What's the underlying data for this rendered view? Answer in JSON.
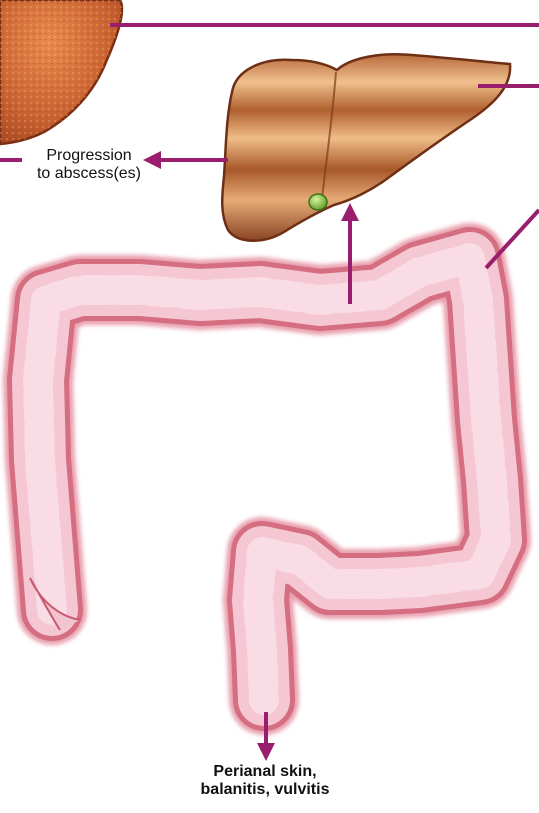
{
  "labels": {
    "abscess": {
      "line1": "Progression",
      "line2": "to abscess(es)"
    },
    "perianal": {
      "line1": "Perianal skin,",
      "line2": "balanitis, vulvitis"
    }
  },
  "colors": {
    "arrow": "#9a1e6e",
    "colon_fill": "#f2c4d2",
    "colon_edge": "#d8707e",
    "liver_light": "#e3a36a",
    "liver_dark": "#8a4a2a",
    "gallbladder": "#7fc03a",
    "abscess_lobe": "#c86030"
  },
  "icons": {
    "lobe_top_left": "liver-lobe-illustration",
    "liver": "liver-illustration",
    "gallbladder": "gallbladder-illustration",
    "colon": "large-intestine-illustration"
  }
}
